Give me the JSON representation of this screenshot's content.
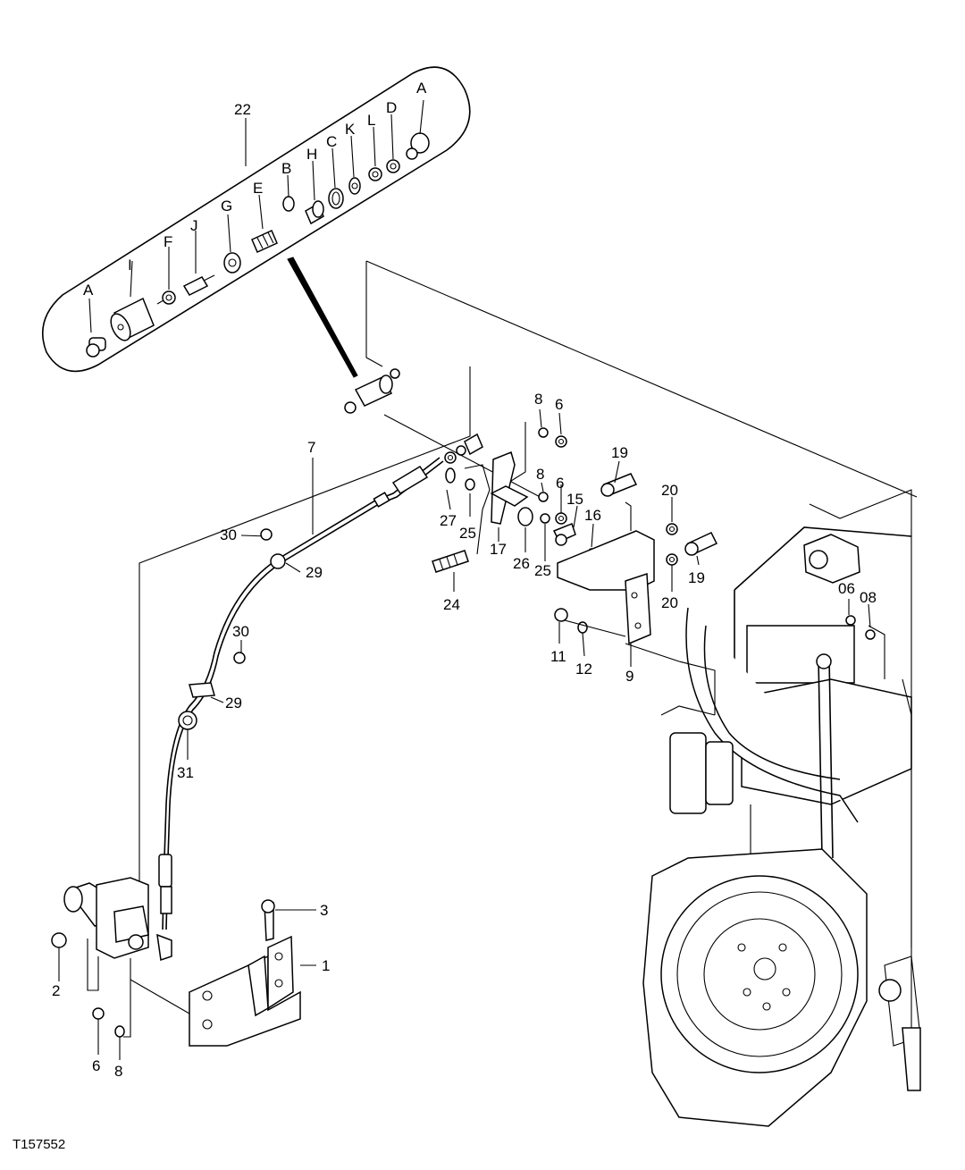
{
  "figure_id": "T157552",
  "kit_callouts": [
    "22",
    "A",
    "I",
    "F",
    "J",
    "G",
    "E",
    "B",
    "H",
    "C",
    "K",
    "L",
    "D",
    "A"
  ],
  "part_callouts": [
    "7",
    "8",
    "6",
    "19",
    "8",
    "6",
    "15",
    "16",
    "20",
    "30",
    "29",
    "27",
    "25",
    "17",
    "26",
    "25",
    "24",
    "19",
    "20",
    "06",
    "08",
    "30",
    "11",
    "12",
    "9",
    "29",
    "31",
    "3",
    "1",
    "2",
    "6",
    "8"
  ]
}
